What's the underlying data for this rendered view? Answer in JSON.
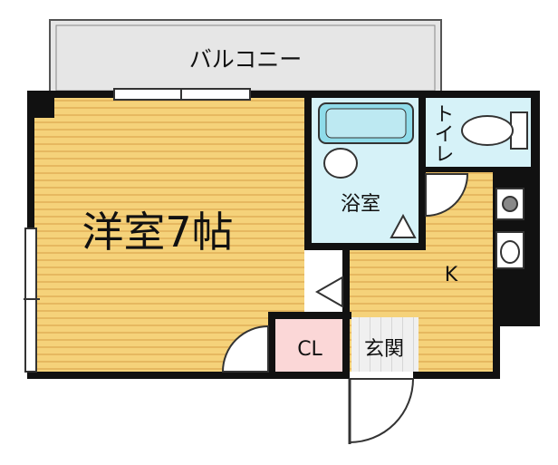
{
  "rooms": {
    "balcony": "バルコニー",
    "western_room": "洋室7帖",
    "bath": "浴室",
    "toilet": "トイレ",
    "kitchen": "K",
    "closet": "CL",
    "entrance": "玄関"
  },
  "colors": {
    "wall": "#111111",
    "floor_wood": "#f5d27a",
    "floor_stripe": "#e6b860",
    "balcony": "#e6e6e6",
    "wet_area": "#d6f2f8",
    "closet": "#fbd7d7",
    "kitchen_floor": "#f5d27a",
    "fixture": "#8fdcea"
  }
}
